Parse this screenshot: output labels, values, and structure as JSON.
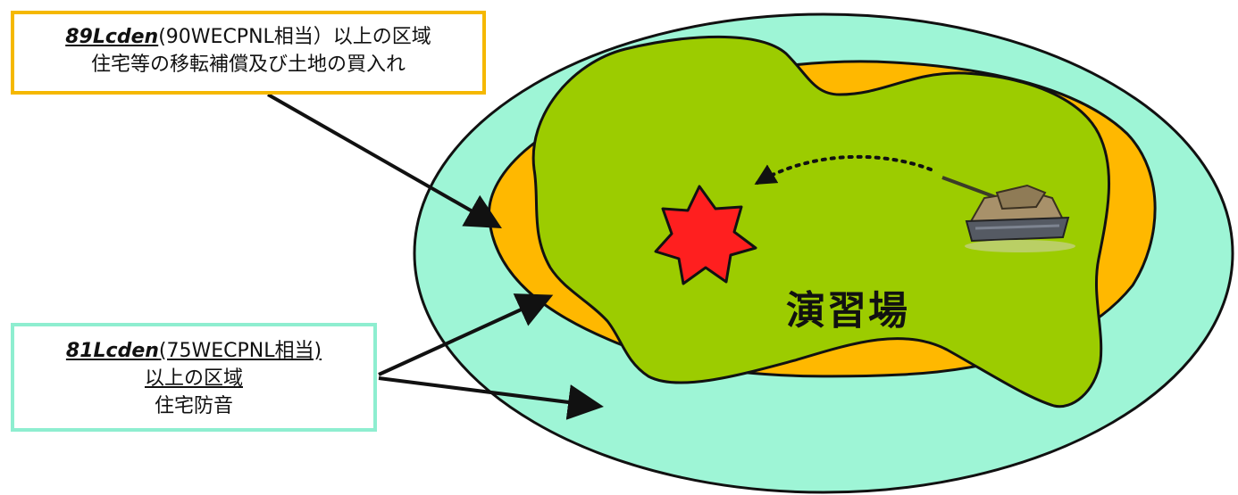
{
  "colors": {
    "outer_zone": "#9ef5d6",
    "inner_zone": "#ffb800",
    "training_area": "#9ccc00",
    "explosion": "#ff1f1f",
    "callout_89_border": "#f5b800",
    "callout_81_border": "#8eeed0"
  },
  "callout_89": {
    "metric": "89Lcden",
    "metric_detail": "(90WECPNL相当）以上の区域",
    "measure": "住宅等の移転補償及び土地の買入れ"
  },
  "callout_81": {
    "metric": "81Lcden",
    "metric_detail": "(75WECPNL相当)",
    "zone": "以上の区域",
    "measure": "住宅防音"
  },
  "field_label": "演習場",
  "icons": [
    "explosion-icon",
    "tank-icon"
  ]
}
